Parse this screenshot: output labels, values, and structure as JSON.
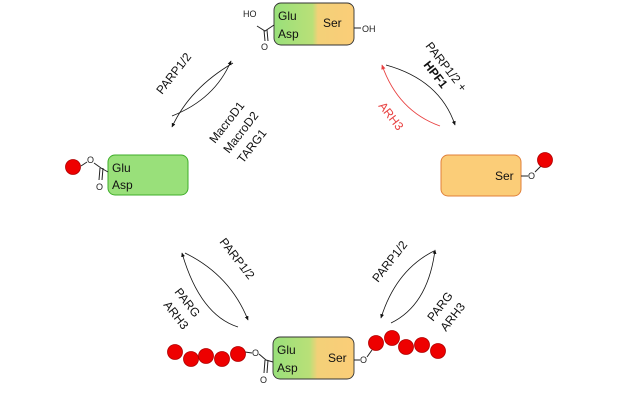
{
  "colors": {
    "glu_box": "#99e07a",
    "ser_box": "#fbcd78",
    "adp_ribose": "#ee0000",
    "adp_ribose_stroke": "#b00000",
    "enzyme_red": "#e84040",
    "text": "#111111"
  },
  "top_protein": {
    "glu": "Glu",
    "asp": "Asp",
    "ser": "Ser",
    "ho": "HO",
    "o_carbonyl": "O",
    "oh": "OH"
  },
  "left_protein": {
    "glu": "Glu",
    "asp": "Asp",
    "o_ester": "O",
    "o_carbonyl": "O"
  },
  "right_protein": {
    "ser": "Ser",
    "o_link": "O"
  },
  "bottom_protein": {
    "glu": "Glu",
    "asp": "Asp",
    "ser": "Ser",
    "o_ester": "O",
    "o_carbonyl": "O",
    "o_link": "O"
  },
  "reactions": {
    "top_left_forward": "PARP1/2",
    "top_left_reverse": [
      "MacroD1",
      "MacroD2",
      "TARG1"
    ],
    "top_right_forward_line1": "PARP1/2 +",
    "top_right_forward_line2": "HPF1",
    "top_right_reverse": "ARH3",
    "bottom_left_forward": "PARP1/2",
    "bottom_left_reverse": [
      "PARG",
      "ARH3"
    ],
    "bottom_right_forward": "PARP1/2",
    "bottom_right_reverse": [
      "PARG",
      "ARH3"
    ]
  }
}
